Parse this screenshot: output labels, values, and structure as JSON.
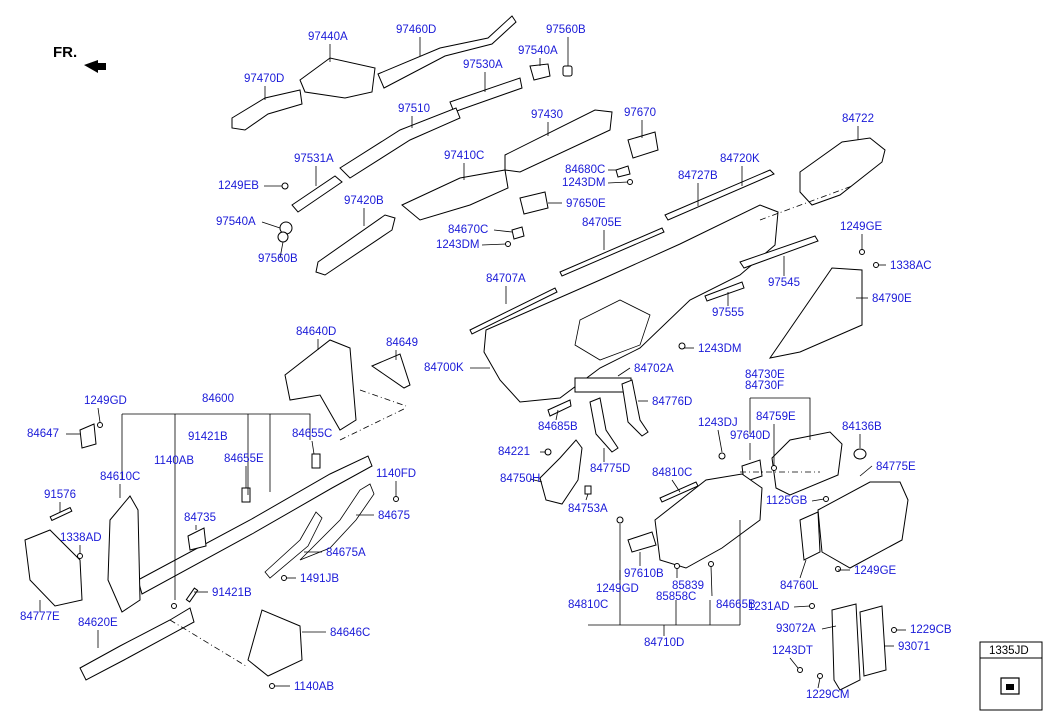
{
  "direction_label": "FR.",
  "detail_box_code": "1335JD",
  "parts": [
    {
      "id": "p_97440A",
      "code": "97440A"
    },
    {
      "id": "p_97460D",
      "code": "97460D"
    },
    {
      "id": "p_97560B_a",
      "code": "97560B"
    },
    {
      "id": "p_97540A_a",
      "code": "97540A"
    },
    {
      "id": "p_97470D",
      "code": "97470D"
    },
    {
      "id": "p_97530A",
      "code": "97530A"
    },
    {
      "id": "p_97510",
      "code": "97510"
    },
    {
      "id": "p_97430",
      "code": "97430"
    },
    {
      "id": "p_97670",
      "code": "97670"
    },
    {
      "id": "p_84722",
      "code": "84722"
    },
    {
      "id": "p_97531A",
      "code": "97531A"
    },
    {
      "id": "p_97410C",
      "code": "97410C"
    },
    {
      "id": "p_84680C",
      "code": "84680C"
    },
    {
      "id": "p_1243DM_a",
      "code": "1243DM"
    },
    {
      "id": "p_84720K",
      "code": "84720K"
    },
    {
      "id": "p_84727B",
      "code": "84727B"
    },
    {
      "id": "p_1249EB",
      "code": "1249EB"
    },
    {
      "id": "p_97420B",
      "code": "97420B"
    },
    {
      "id": "p_97650E",
      "code": "97650E"
    },
    {
      "id": "p_97540A_b",
      "code": "97540A"
    },
    {
      "id": "p_84670C",
      "code": "84670C"
    },
    {
      "id": "p_84705E",
      "code": "84705E"
    },
    {
      "id": "p_1249GE_a",
      "code": "1249GE"
    },
    {
      "id": "p_1243DM_b",
      "code": "1243DM"
    },
    {
      "id": "p_97560B_b",
      "code": "97560B"
    },
    {
      "id": "p_1338AC",
      "code": "1338AC"
    },
    {
      "id": "p_84707A",
      "code": "84707A"
    },
    {
      "id": "p_97545",
      "code": "97545"
    },
    {
      "id": "p_84790E",
      "code": "84790E"
    },
    {
      "id": "p_97555",
      "code": "97555"
    },
    {
      "id": "p_84640D",
      "code": "84640D"
    },
    {
      "id": "p_84649",
      "code": "84649"
    },
    {
      "id": "p_1243DM_c",
      "code": "1243DM"
    },
    {
      "id": "p_84700K",
      "code": "84700K"
    },
    {
      "id": "p_84702A",
      "code": "84702A"
    },
    {
      "id": "p_84730E",
      "code": "84730E"
    },
    {
      "id": "p_84730F",
      "code": "84730F"
    },
    {
      "id": "p_84600",
      "code": "84600"
    },
    {
      "id": "p_1249GD_a",
      "code": "1249GD"
    },
    {
      "id": "p_84776D",
      "code": "84776D"
    },
    {
      "id": "p_91421B_a",
      "code": "91421B"
    },
    {
      "id": "p_84647",
      "code": "84647"
    },
    {
      "id": "p_84655C",
      "code": "84655C"
    },
    {
      "id": "p_1243DJ",
      "code": "1243DJ"
    },
    {
      "id": "p_84759E",
      "code": "84759E"
    },
    {
      "id": "p_84685B",
      "code": "84685B"
    },
    {
      "id": "p_97640D",
      "code": "97640D"
    },
    {
      "id": "p_84136B",
      "code": "84136B"
    },
    {
      "id": "p_84221",
      "code": "84221"
    },
    {
      "id": "p_1140AB_a",
      "code": "1140AB"
    },
    {
      "id": "p_84655E",
      "code": "84655E"
    },
    {
      "id": "p_84775D",
      "code": "84775D"
    },
    {
      "id": "p_84775E",
      "code": "84775E"
    },
    {
      "id": "p_84610C",
      "code": "84610C"
    },
    {
      "id": "p_84810C_a",
      "code": "84810C"
    },
    {
      "id": "p_84750H",
      "code": "84750H"
    },
    {
      "id": "p_1140FD",
      "code": "1140FD"
    },
    {
      "id": "p_91576",
      "code": "91576"
    },
    {
      "id": "p_1125GB",
      "code": "1125GB"
    },
    {
      "id": "p_84753A",
      "code": "84753A"
    },
    {
      "id": "p_84675",
      "code": "84675"
    },
    {
      "id": "p_84735",
      "code": "84735"
    },
    {
      "id": "p_1338AD",
      "code": "1338AD"
    },
    {
      "id": "p_84675A",
      "code": "84675A"
    },
    {
      "id": "p_97610B",
      "code": "97610B"
    },
    {
      "id": "p_84760L",
      "code": "84760L"
    },
    {
      "id": "p_1249GE_b",
      "code": "1249GE"
    },
    {
      "id": "p_1491JB",
      "code": "1491JB"
    },
    {
      "id": "p_85839",
      "code": "85839"
    },
    {
      "id": "p_1249GD_b",
      "code": "1249GD"
    },
    {
      "id": "p_91421B_b",
      "code": "91421B"
    },
    {
      "id": "p_85858C",
      "code": "85858C"
    },
    {
      "id": "p_84810C_b",
      "code": "84810C"
    },
    {
      "id": "p_84665B",
      "code": "84665B"
    },
    {
      "id": "p_1231AD",
      "code": "1231AD"
    },
    {
      "id": "p_84777E",
      "code": "84777E"
    },
    {
      "id": "p_84620E",
      "code": "84620E"
    },
    {
      "id": "p_93072A",
      "code": "93072A"
    },
    {
      "id": "p_1229CB",
      "code": "1229CB"
    },
    {
      "id": "p_84646C",
      "code": "84646C"
    },
    {
      "id": "p_84710D",
      "code": "84710D"
    },
    {
      "id": "p_93071",
      "code": "93071"
    },
    {
      "id": "p_1243DT",
      "code": "1243DT"
    },
    {
      "id": "p_1140AB_b",
      "code": "1140AB"
    },
    {
      "id": "p_1229CM",
      "code": "1229CM"
    }
  ]
}
